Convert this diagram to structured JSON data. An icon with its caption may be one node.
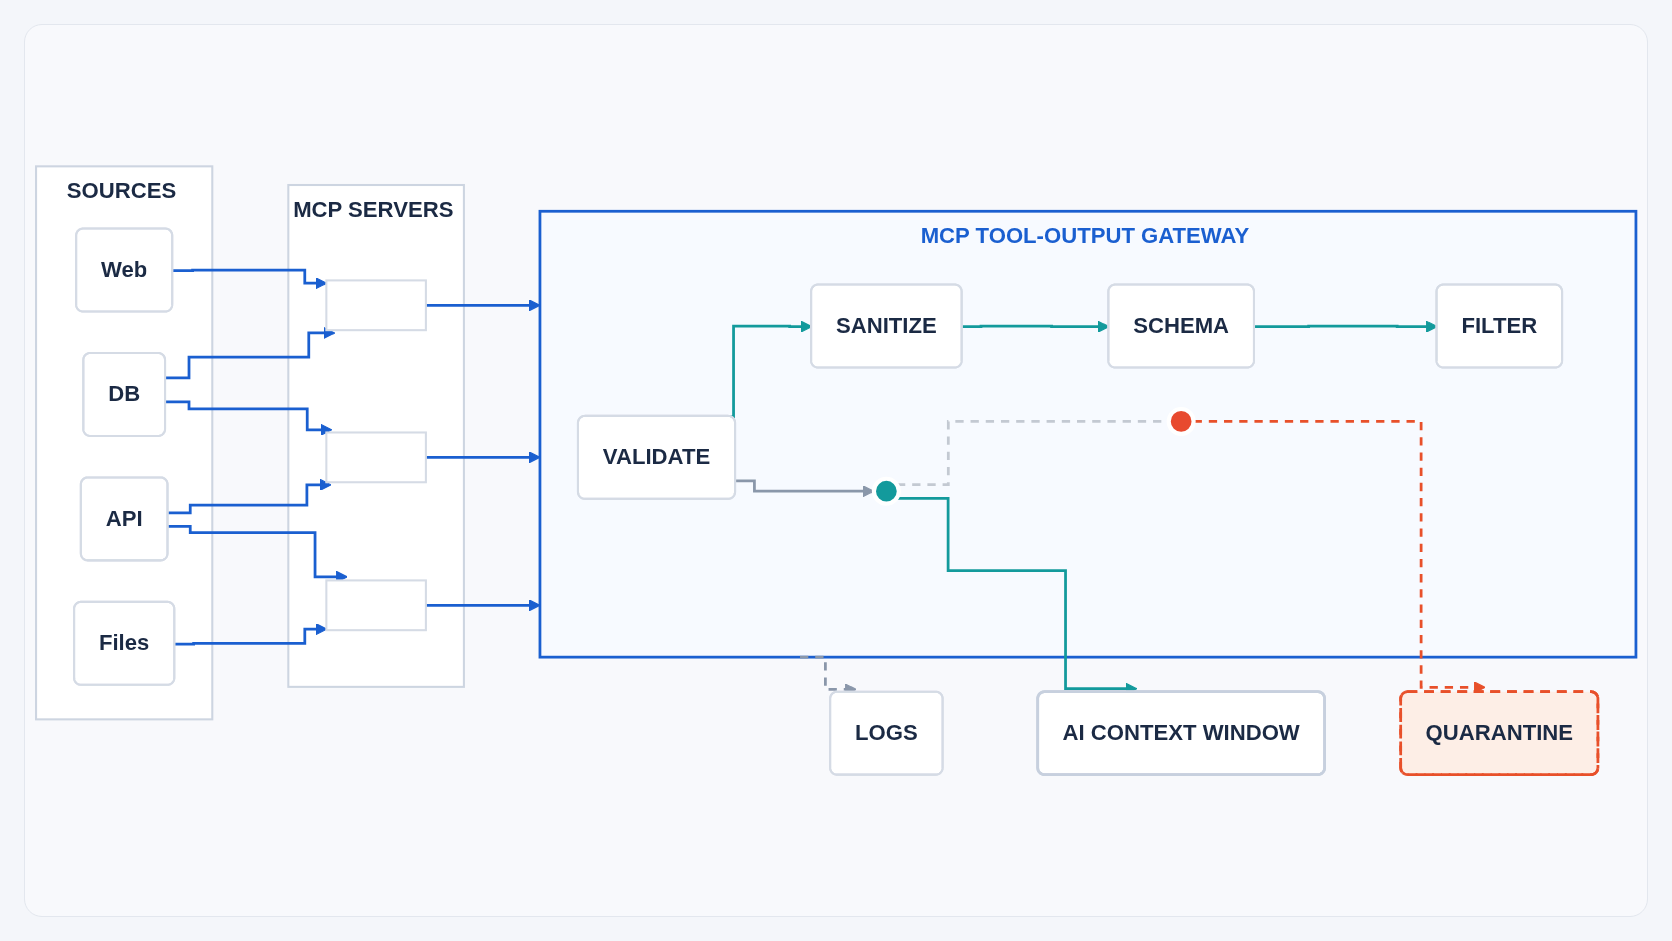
{
  "diagram": {
    "nodes": [
      {
        "text": [
          "SOURCES"
        ]
      },
      {
        "text": [
          "Web"
        ],
        "in": 0
      },
      {
        "text": [
          "DB"
        ],
        "in": 0
      },
      {
        "text": [
          "API"
        ],
        "in": 0
      },
      {
        "text": [
          "Files"
        ],
        "in": 0
      },
      {
        "text": [
          "MCP SERVERS"
        ]
      },
      {
        "text": [],
        "shape": "box",
        "in": 5
      },
      {
        "text": [],
        "shape": "box",
        "in": 5
      },
      {
        "text": [],
        "shape": "box",
        "in": 5
      },
      {
        "text": [
          "MCP TOOL-OUTPUT GATEWAY"
        ]
      },
      {
        "text": [
          "VALIDATE"
        ],
        "in": 9
      },
      {
        "text": [
          "SANITIZE"
        ],
        "in": 9
      },
      {
        "text": [
          "SCHEMA"
        ],
        "in": 9
      },
      {
        "text": [
          "FILTER"
        ],
        "in": 9
      },
      {
        "text": [],
        "shape": "circle",
        "in": 9
      },
      {
        "text": [],
        "shape": "circle",
        "in": 9
      },
      {
        "text": [
          "AI CONTEXT WINDOW"
        ]
      },
      {
        "text": [
          "LOGS"
        ]
      },
      {
        "text": [
          "QUARANTINE"
        ]
      }
    ],
    "edges": [
      {
        "from": 1,
        "to": 6,
        "arrow": "to"
      },
      {
        "from": 2,
        "to": 6,
        "arrow": "to"
      },
      {
        "from": 2,
        "to": 7,
        "arrow": "to"
      },
      {
        "from": 3,
        "to": 7,
        "arrow": "to"
      },
      {
        "from": 3,
        "to": 8,
        "arrow": "to"
      },
      {
        "from": 4,
        "to": 8,
        "arrow": "to"
      },
      {
        "from": 6,
        "to": 9,
        "arrow": "to"
      },
      {
        "from": 7,
        "to": 9,
        "arrow": "to"
      },
      {
        "from": 8,
        "to": 9,
        "arrow": "to"
      },
      {
        "from": 10,
        "to": 11,
        "arrow": "to",
        "color": "#139a9c"
      },
      {
        "from": 11,
        "to": 12,
        "arrow": "to",
        "color": "#139a9c"
      },
      {
        "from": 12,
        "to": 13,
        "arrow": "to",
        "color": "#139a9c"
      },
      {
        "from": 10,
        "to": 14,
        "arrow": "to",
        "color": "#8a97aa"
      },
      {
        "from": 14,
        "to": 15,
        "arrow": "none",
        "style": "dashed",
        "color": "#c3c9d2"
      },
      {
        "from": 14,
        "to": 16,
        "arrow": "to",
        "color": "#139a9c"
      },
      {
        "from": 15,
        "to": 18,
        "arrow": "to",
        "style": "dashed",
        "color": "#e8502a"
      },
      {
        "from": 9,
        "to": 17,
        "arrow": "to",
        "style": "dashed",
        "color": "#8a97aa"
      }
    ]
  }
}
